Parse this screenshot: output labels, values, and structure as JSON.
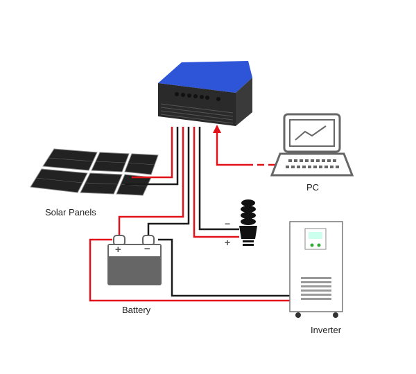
{
  "labels": {
    "solar_panels": "Solar Panels",
    "pc": "PC",
    "battery": "Battery",
    "inverter": "Inverter",
    "battery_plus": "+",
    "battery_minus": "−",
    "lamp_plus": "+",
    "lamp_minus": "−"
  },
  "colors": {
    "positive_wire": "#e3101a",
    "negative_wire": "#1a1a1a",
    "controller_top": "#2e55d8"
  }
}
